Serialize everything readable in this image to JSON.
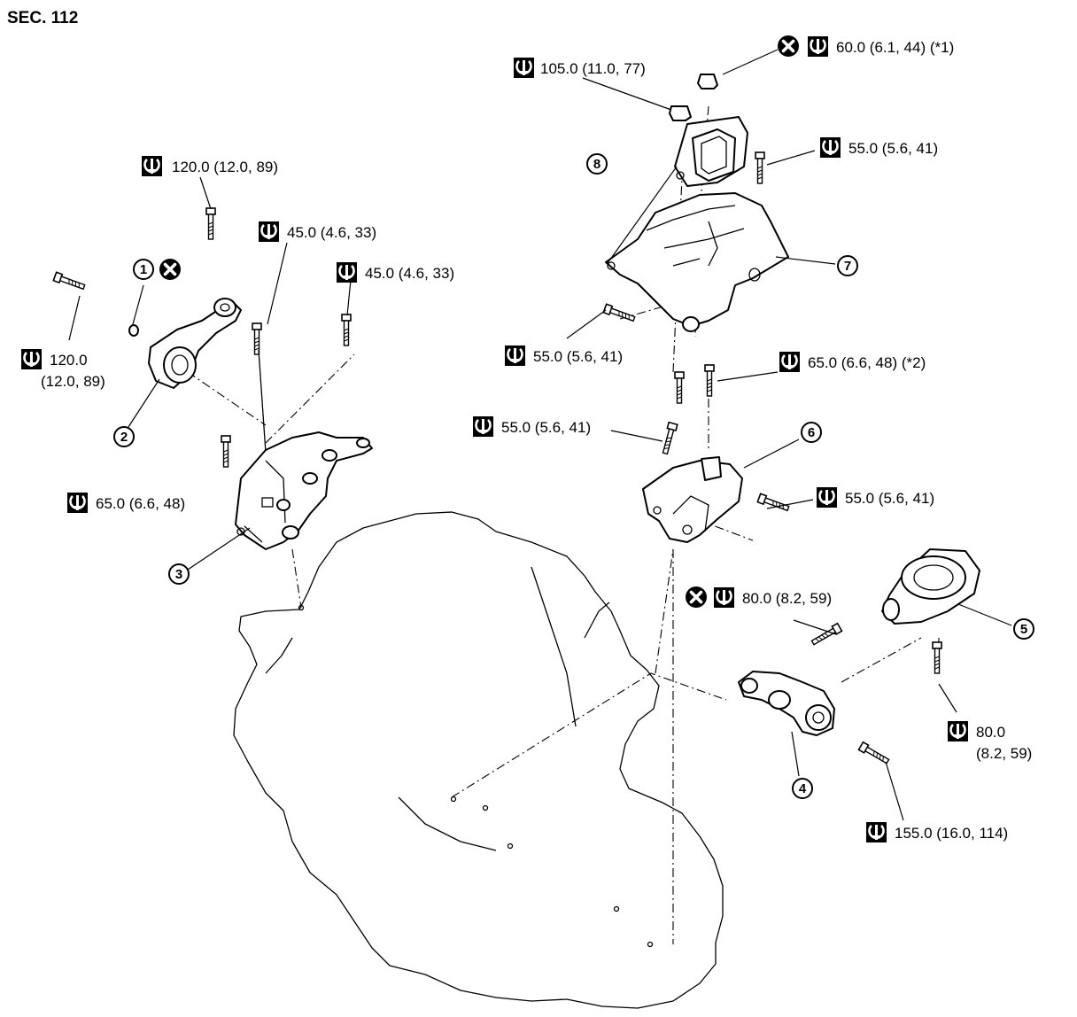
{
  "section": "SEC. 112",
  "parts": {
    "p1": "1",
    "p2": "2",
    "p3": "3",
    "p4": "4",
    "p5": "5",
    "p6": "6",
    "p7": "7",
    "p8": "8"
  },
  "torques": {
    "t_60": "60.0 (6.1, 44) (*1)",
    "t_105": "105.0 (11.0, 77)",
    "t_55_top": "55.0 (5.6, 41)",
    "t_120_top": "120.0 (12.0, 89)",
    "t_45_a": "45.0 (4.6, 33)",
    "t_45_b": "45.0 (4.6, 33)",
    "t_120_left_1": "120.0",
    "t_120_left_2": "(12.0, 89)",
    "t_55_mid_left": "55.0 (5.6, 41)",
    "t_65_star2": "65.0 (6.6, 48) (*2)",
    "t_55_bolt6": "55.0 (5.6, 41)",
    "t_65_left": "65.0 (6.6, 48)",
    "t_55_right6": "55.0 (5.6, 41)",
    "t_80_top": "80.0 (8.2, 59)",
    "t_80_right_1": "80.0",
    "t_80_right_2": "(8.2, 59)",
    "t_155": "155.0 (16.0, 114)"
  },
  "icons": {
    "torque": "torque-wrench-icon",
    "noreuse": "do-not-reuse-icon"
  }
}
